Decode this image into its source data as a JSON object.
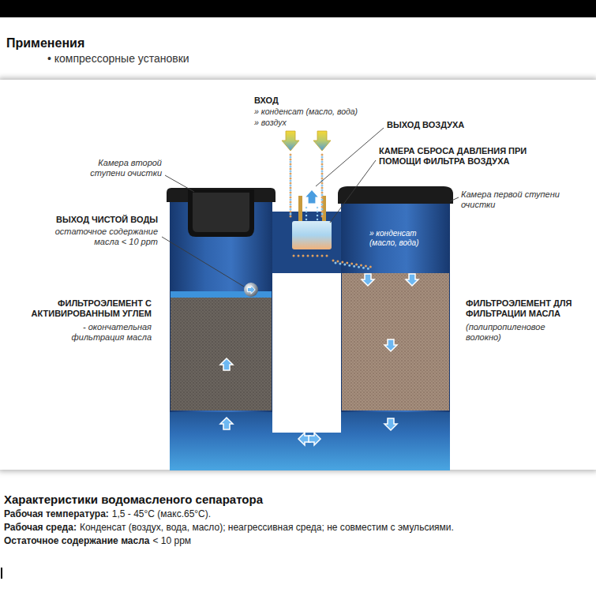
{
  "diagram": {
    "title": "Применения",
    "labels": [
      "• компрессорные установки",
      "ВХОД",
      "» конденсат (масло, вода)",
      "» воздух",
      "ВЫХОД ВОЗДУХА",
      "КАМЕРА СБРОСА ДАВЛЕНИЯ ПРИ ПОМОЩИ ФИЛЬТРА ВОЗДУХА",
      "Камера второй ступени очистки",
      "Камера первой ступени очистки",
      "» конденсат (масло, вода)",
      "ВЫХОД ЧИСТОЙ ВОДЫ",
      "остаточное содержание масла < 10 ppm",
      "ФИЛЬТРОЭЛЕМЕНТ С АКТИВИРОВАННЫМ УГЛЕМ",
      "- окончательная фильтрация масла",
      "ФИЛЬТРОЭЛЕМЕНТ ДЛЯ ФИЛЬТРАЦИИ МАСЛА",
      "(полипропиленовое волокно)",
      "Характеристики водомасленого сепаратора",
      "Рабочая температура:",
      "1,5 - 45°C (макс.65°C).",
      "Рабочая среда:",
      "Конденсат (воздух, вода, масло); неагрессивная среда; не совместим с эмульсиями.",
      "Остаточное содержание масла",
      "< 10 ррм"
    ]
  }
}
